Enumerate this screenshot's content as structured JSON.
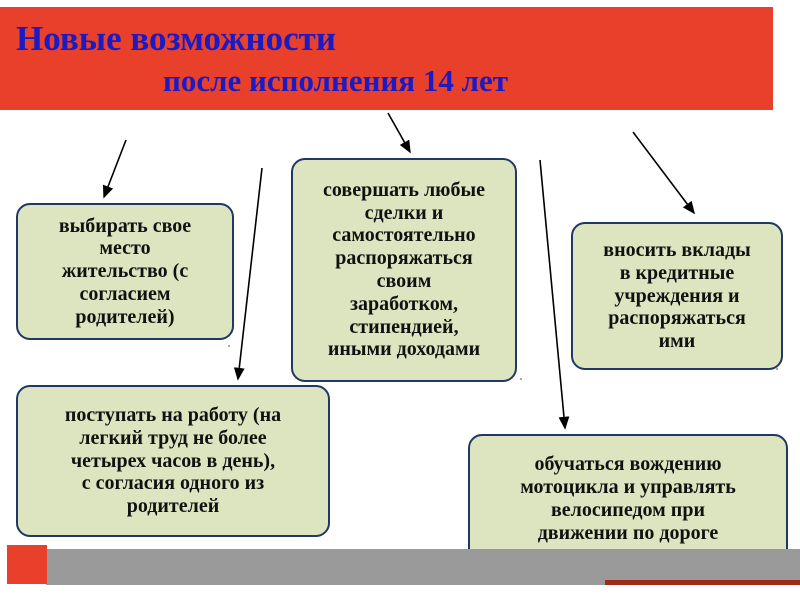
{
  "slide": {
    "title": {
      "line1": "Новые возможности",
      "line2": "после исполнения 14 лет",
      "banner_color": "#e8402a",
      "text_color": "#1b1bc4"
    },
    "boxes": [
      {
        "id": "home",
        "text": "выбирать свое\nместо\nжительство (с\nсогласием\nродителей)"
      },
      {
        "id": "deals",
        "text": "совершать любые\nсделки и\nсамостоятельно\nраспоряжаться\nсвоим\nзаработком,\nстипендией,\nиными доходами"
      },
      {
        "id": "deposits",
        "text": "вносить вклады\nв кредитные\nучреждения и\nраспоряжаться\nими"
      },
      {
        "id": "work",
        "text": "поступать на работу (на\nлегкий труд не более\nчетырех часов в день),\nс согласия одного из\nродителей"
      },
      {
        "id": "driving",
        "text": "обучаться вождению\nмотоцикла и управлять\nвелосипедом при\nдвижении по дороге"
      }
    ],
    "colors": {
      "box_fill": "#dde5c0",
      "box_border": "#1f3864",
      "banner": "#e8402a",
      "footer_bar": "#9a9a9a",
      "footer_accent": "#9e2a18",
      "arrow": "#000000"
    },
    "arrows": [
      {
        "id": "arrow-to-home",
        "from": "title-banner",
        "to": "home"
      },
      {
        "id": "arrow-to-deals",
        "from": "title-banner",
        "to": "deals"
      },
      {
        "id": "arrow-to-deposits",
        "from": "title-banner",
        "to": "deposits"
      },
      {
        "id": "arrow-to-work",
        "from": "title-banner",
        "to": "work"
      },
      {
        "id": "arrow-to-driving",
        "from": "title-banner",
        "to": "driving"
      }
    ]
  }
}
